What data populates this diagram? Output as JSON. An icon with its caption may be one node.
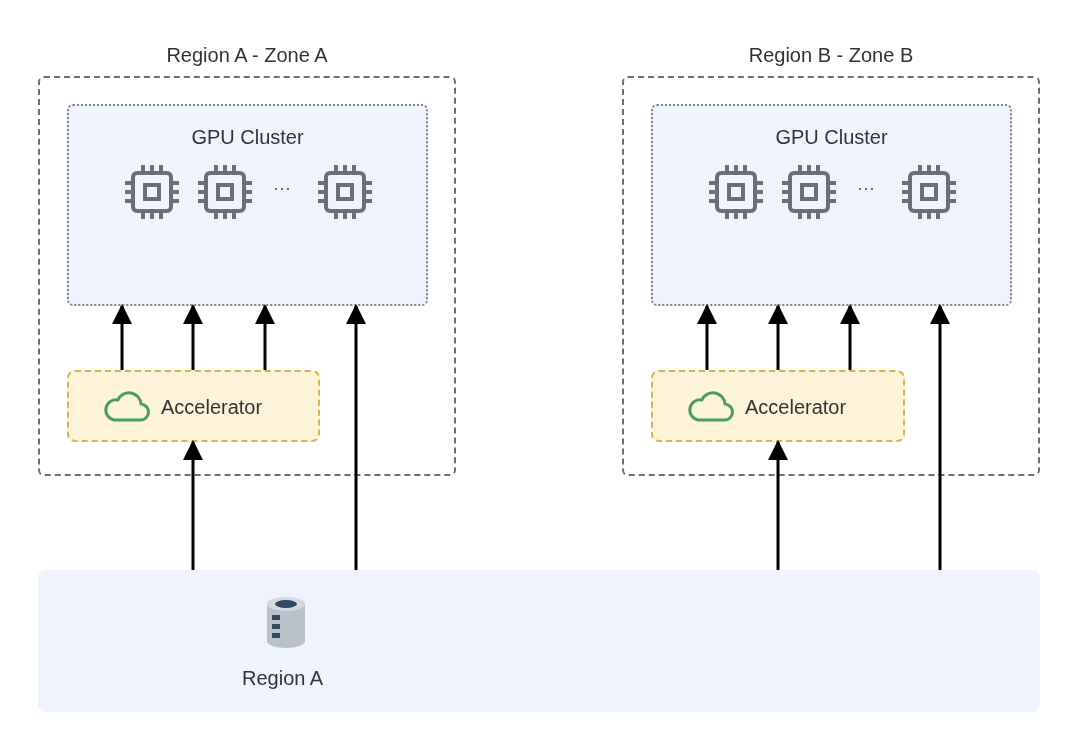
{
  "diagram": {
    "nodes": [
      {
        "text": [
          "Region A - Zone A"
        ]
      },
      {
        "text": [
          "GPU Cluster"
        ],
        "in": 0
      },
      {
        "text": [
          "Accelerator"
        ],
        "in": 0
      },
      {
        "text": [
          "Region B - Zone B"
        ]
      },
      {
        "text": [
          "GPU Cluster"
        ],
        "in": 3
      },
      {
        "text": [
          "Accelerator"
        ],
        "in": 3
      },
      {
        "text": [
          "Region A"
        ]
      }
    ],
    "edges": [
      {
        "from": 2,
        "to": 1,
        "arrow": "to"
      },
      {
        "from": 2,
        "to": 1,
        "arrow": "to"
      },
      {
        "from": 2,
        "to": 1,
        "arrow": "to"
      },
      {
        "from": 6,
        "to": 2,
        "arrow": "to"
      },
      {
        "from": 6,
        "to": 1,
        "arrow": "to"
      },
      {
        "from": 5,
        "to": 4,
        "arrow": "to"
      },
      {
        "from": 5,
        "to": 4,
        "arrow": "to"
      },
      {
        "from": 5,
        "to": 4,
        "arrow": "to"
      },
      {
        "from": 6,
        "to": 5,
        "arrow": "to"
      },
      {
        "from": 6,
        "to": 4,
        "arrow": "to"
      }
    ],
    "labels": [
      "···",
      "···"
    ]
  }
}
